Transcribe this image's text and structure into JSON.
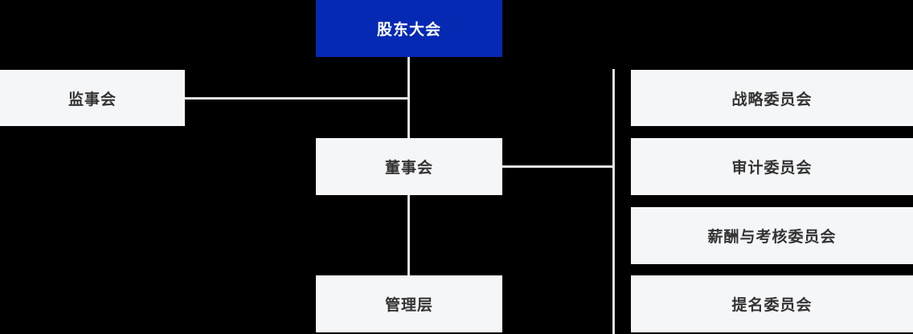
{
  "colors": {
    "background": "#000000",
    "primary_node_bg": "#0529B3",
    "primary_node_text": "#FFFFFF",
    "node_bg": "#F5F6F8",
    "node_text": "#333333",
    "connector": "#E2E2E2"
  },
  "org_chart": {
    "shareholders": {
      "label": "股东大会"
    },
    "supervisory": {
      "label": "监事会"
    },
    "board": {
      "label": "董事会"
    },
    "management": {
      "label": "管理层"
    },
    "committees": [
      {
        "label": "战略委员会"
      },
      {
        "label": "审计委员会"
      },
      {
        "label": "薪酬与考核委员会"
      },
      {
        "label": "提名委员会"
      }
    ],
    "edges": [
      "shareholders -> board",
      "supervisory -> center-spine",
      "board -> management",
      "board -> committees-spine"
    ]
  }
}
